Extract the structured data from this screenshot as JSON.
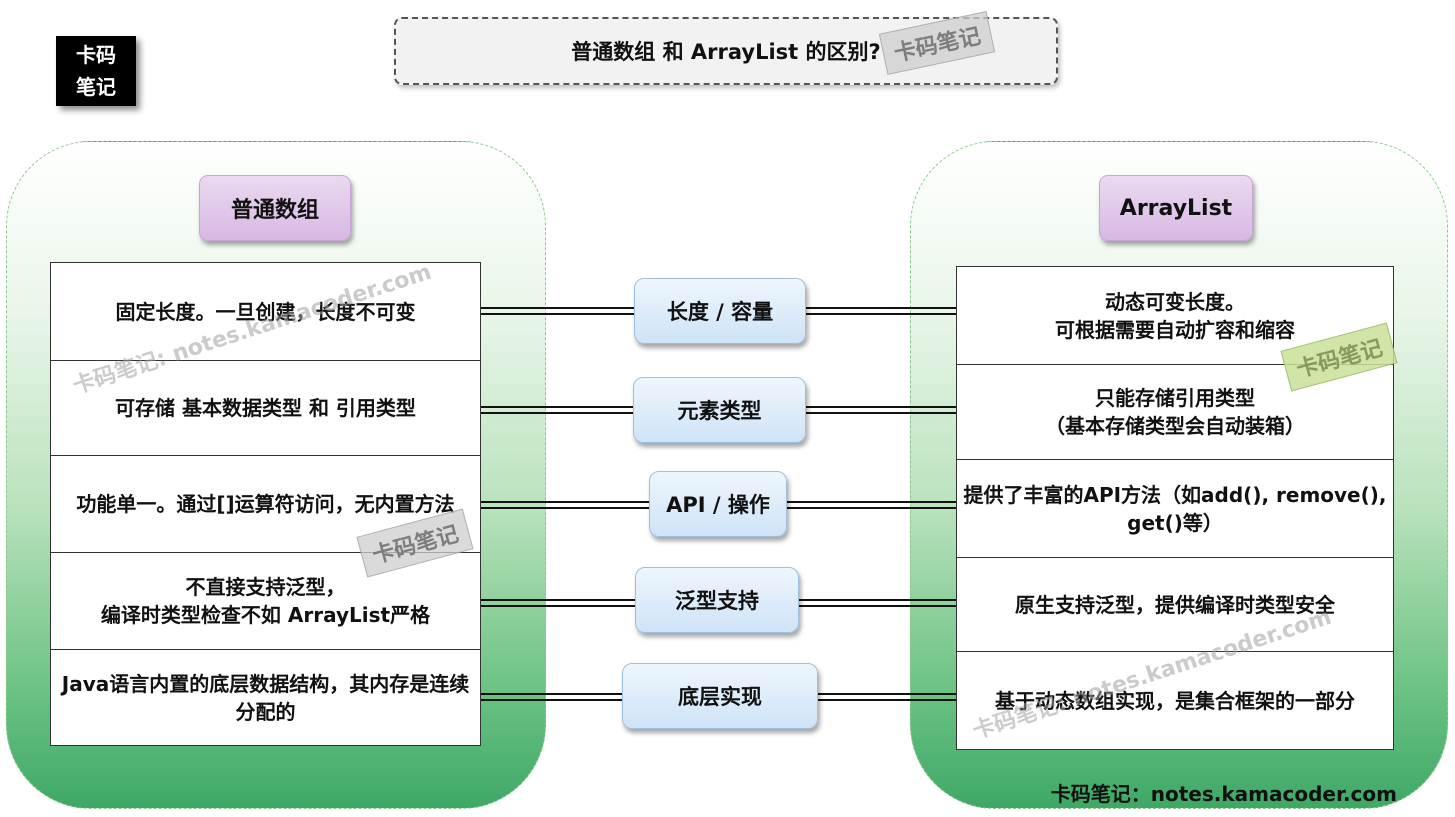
{
  "logo": {
    "line1": "卡码",
    "line2": "笔记"
  },
  "title": "普通数组 和 ArrayList 的区别?",
  "left": {
    "header": "普通数组",
    "rows": [
      "固定长度。一旦创建，长度不可变",
      "可存储 基本数据类型 和 引用类型",
      "功能单一。通过[]运算符访问，无内置方法",
      "不直接支持泛型，\n编译时类型检查不如 ArrayList严格",
      "Java语言内置的底层数据结构，其内存是连续分配的"
    ]
  },
  "right": {
    "header": "ArrayList",
    "rows": [
      "动态可变长度。\n可根据需要自动扩容和缩容",
      "只能存储引用类型\n（基本存储类型会自动装箱）",
      "提供了丰富的API方法（如add(), remove(), get()等）",
      "原生支持泛型，提供编译时类型安全",
      "基于动态数组实现，是集合框架的一部分"
    ]
  },
  "categories": [
    "长度 / 容量",
    "元素类型",
    "API / 操作",
    "泛型支持",
    "底层实现"
  ],
  "watermarks": {
    "stamp": "卡码笔记",
    "text": "卡码笔记: notes.kamacoder.com"
  },
  "footer": "卡码笔记：notes.kamacoder.com"
}
